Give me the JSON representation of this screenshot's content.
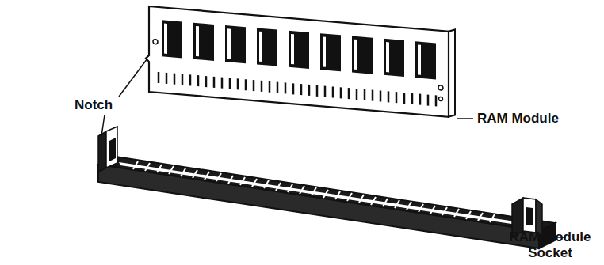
{
  "diagram": {
    "labels": [
      "Notch",
      "RAM Module",
      "RAM Module Socket"
    ]
  }
}
